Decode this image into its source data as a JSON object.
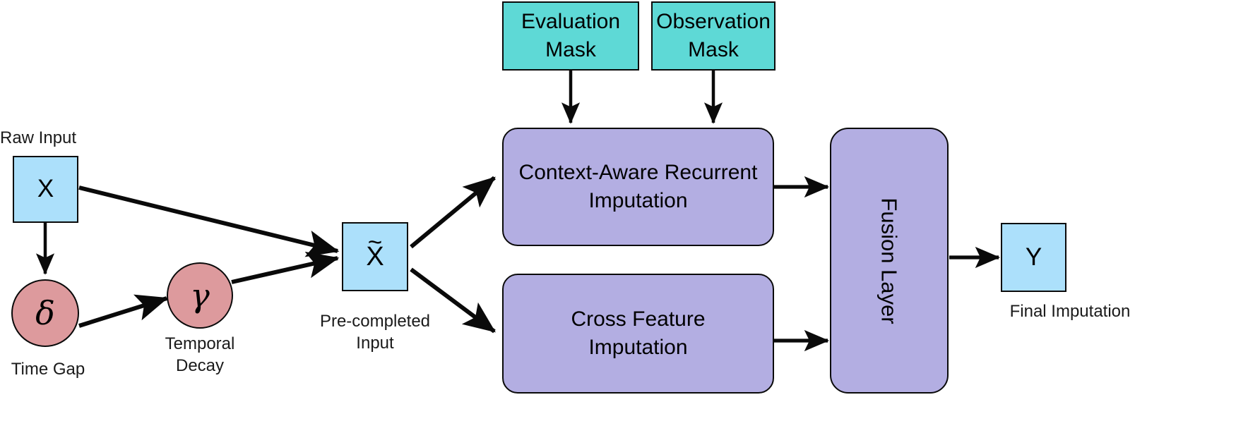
{
  "diagram": {
    "title_visible": false,
    "colors": {
      "input_blue": "#ace0fb",
      "mask_teal": "#5ed9d6",
      "decay_pink": "#dd9a9d",
      "module_purple": "#b3aee2",
      "stroke": "#0a0a0a",
      "background": "#ffffff"
    },
    "nodes": {
      "raw_input": {
        "label": "X",
        "caption": "Raw Input"
      },
      "time_gap": {
        "label": "δ",
        "caption": "Time Gap"
      },
      "temporal_decay": {
        "label": "γ",
        "caption": "Temporal\nDecay"
      },
      "pre_completed": {
        "label": "X",
        "accent": "~",
        "caption": "Pre-completed\nInput"
      },
      "evaluation_mask": {
        "label": "Evaluation\nMask"
      },
      "observation_mask": {
        "label": "Observation\nMask"
      },
      "context_aware": {
        "label": "Context-Aware Recurrent\nImputation"
      },
      "cross_feature": {
        "label": "Cross Feature\nImputation"
      },
      "fusion_layer": {
        "label": "Fusion Layer"
      },
      "final_output": {
        "label": "Y",
        "caption": "Final Imputation"
      }
    },
    "edges": [
      {
        "name": "raw-input-to-time-gap",
        "from": "raw_input",
        "to": "time_gap"
      },
      {
        "name": "raw-input-to-pre-completed",
        "from": "raw_input",
        "to": "pre_completed"
      },
      {
        "name": "time-gap-to-temporal-decay",
        "from": "time_gap",
        "to": "temporal_decay"
      },
      {
        "name": "temporal-decay-to-pre-completed",
        "from": "temporal_decay",
        "to": "pre_completed"
      },
      {
        "name": "pre-completed-to-context-aware",
        "from": "pre_completed",
        "to": "context_aware"
      },
      {
        "name": "pre-completed-to-cross-feature",
        "from": "pre_completed",
        "to": "cross_feature"
      },
      {
        "name": "evaluation-mask-to-context-aware",
        "from": "evaluation_mask",
        "to": "context_aware"
      },
      {
        "name": "observation-mask-to-context-aware",
        "from": "observation_mask",
        "to": "context_aware"
      },
      {
        "name": "context-aware-to-fusion-layer",
        "from": "context_aware",
        "to": "fusion_layer"
      },
      {
        "name": "cross-feature-to-fusion-layer",
        "from": "cross_feature",
        "to": "fusion_layer"
      },
      {
        "name": "fusion-layer-to-final-output",
        "from": "fusion_layer",
        "to": "final_output"
      }
    ]
  }
}
